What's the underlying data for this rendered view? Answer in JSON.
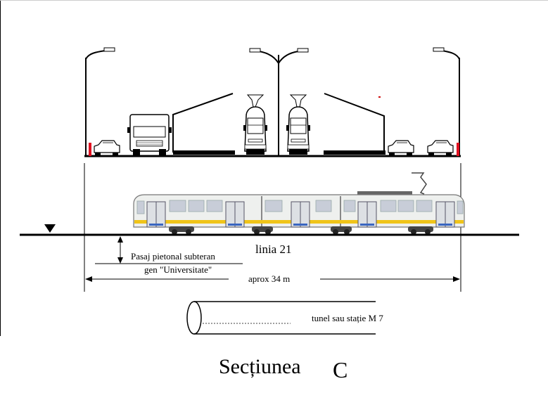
{
  "labels": {
    "line": "linia  21",
    "pedestrian_line1": "Pasaj pietonal subteran",
    "pedestrian_line2": "gen \"Universitate\"",
    "width": "aprox  34 m",
    "tunnel": "tunel sau stație M 7"
  },
  "title": {
    "word": "Secțiunea",
    "letter": "C"
  },
  "colors": {
    "line": "#000000",
    "tram_body": "#eef0ee",
    "tram_stripe": "#f0c419",
    "tram_window": "#c8cdd8",
    "barrier": "#e01020",
    "roof_accent": "#d01010"
  },
  "icons": {
    "water_level": "water-level-triangle-icon",
    "street_lamp": "street-lamp-icon"
  }
}
